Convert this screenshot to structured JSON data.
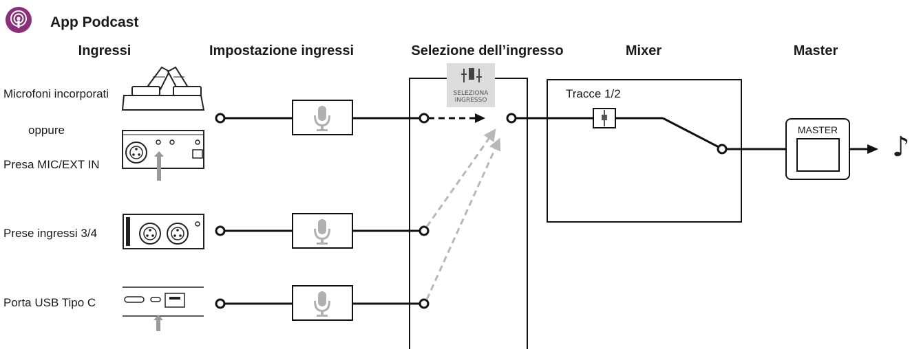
{
  "header": {
    "title": "App Podcast",
    "icon": "podcast-icon",
    "icon_color": "#8a2f7a"
  },
  "columns": {
    "inputs": "Ingressi",
    "input_settings": "Impostazione ingressi",
    "input_selection": "Selezione dell’ingresso",
    "mixer": "Mixer",
    "master": "Master"
  },
  "inputs": {
    "builtin_mics": "Microfoni incorporati",
    "or": "oppure",
    "mic_ext_in": "Presa MIC/EXT IN",
    "inputs_34": "Prese ingressi 3/4",
    "usb_c": "Porta USB Tipo C"
  },
  "selector": {
    "line1": "SELEZIONA",
    "line2": "INGRESSO",
    "icon": "fader-selector-icon"
  },
  "mixer": {
    "track_label": "Tracce 1/2"
  },
  "master": {
    "label": "MASTER"
  },
  "output": {
    "icon": "music-note-icon",
    "symbol": "♪"
  }
}
